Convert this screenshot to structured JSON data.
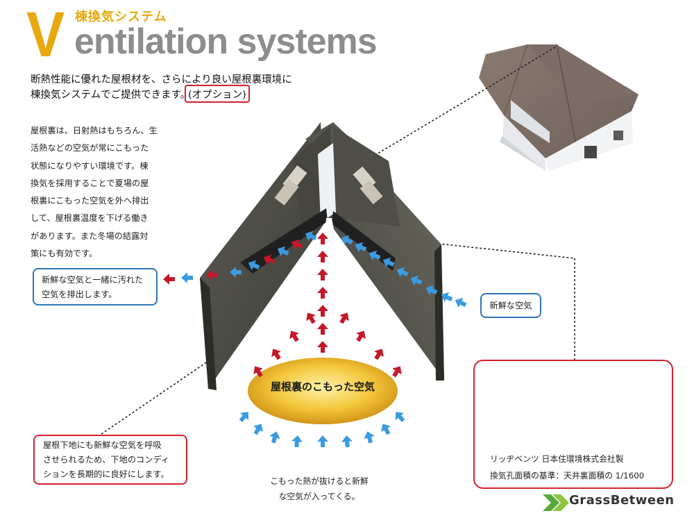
{
  "header": {
    "initial": "V",
    "title_jp": "棟換気システム",
    "title_en": "entilation systems"
  },
  "lead": {
    "line1": "断熱性能に優れた屋根材を、さらにより良い屋根裏環境に",
    "line2": "棟換気システムでご提供できます。",
    "option": "(オプション)"
  },
  "body_lines": [
    "屋根裏は、日射熱はもちろん、生",
    "活熱などの空気が常にこもった",
    "状態になりやすい環境です。棟",
    "換気を採用することで夏場の屋",
    "根裏にこもった空気を外へ排出",
    "して、屋根裏温度を下げる働き",
    "があります。また冬場の結露対",
    "策にも有効です。"
  ],
  "callouts": {
    "exhaust": [
      "新鮮な空気と一緒に汚れた",
      "空気を排出します。"
    ],
    "fresh_air": "新鮮な空気",
    "base": [
      "屋根下地にも新鮮な空気を呼吸",
      "させられるため、下地のコンディ",
      "ションを長期的に良好にします。"
    ]
  },
  "diagram": {
    "attic_air_label": "屋根裏のこもった空気"
  },
  "bottom_note": [
    "こもった熱が抜けると新鮮",
    "な空気が入ってくる。"
  ],
  "product": {
    "name": "リッヂベンツ  日本住環境株式会社製",
    "standard": "換気孔面積の基準：天井裏面積の 1/1600"
  },
  "logo": {
    "text": "GrassBetween"
  },
  "colors": {
    "accent_gold": "#e8a80f",
    "title_gray": "#8d8d8d",
    "callout_blue": "#2f74b5",
    "callout_red": "#d2202c",
    "arrow_red": "#c3182a",
    "arrow_blue": "#3b9be0",
    "logo_green": "#5aa83c"
  }
}
